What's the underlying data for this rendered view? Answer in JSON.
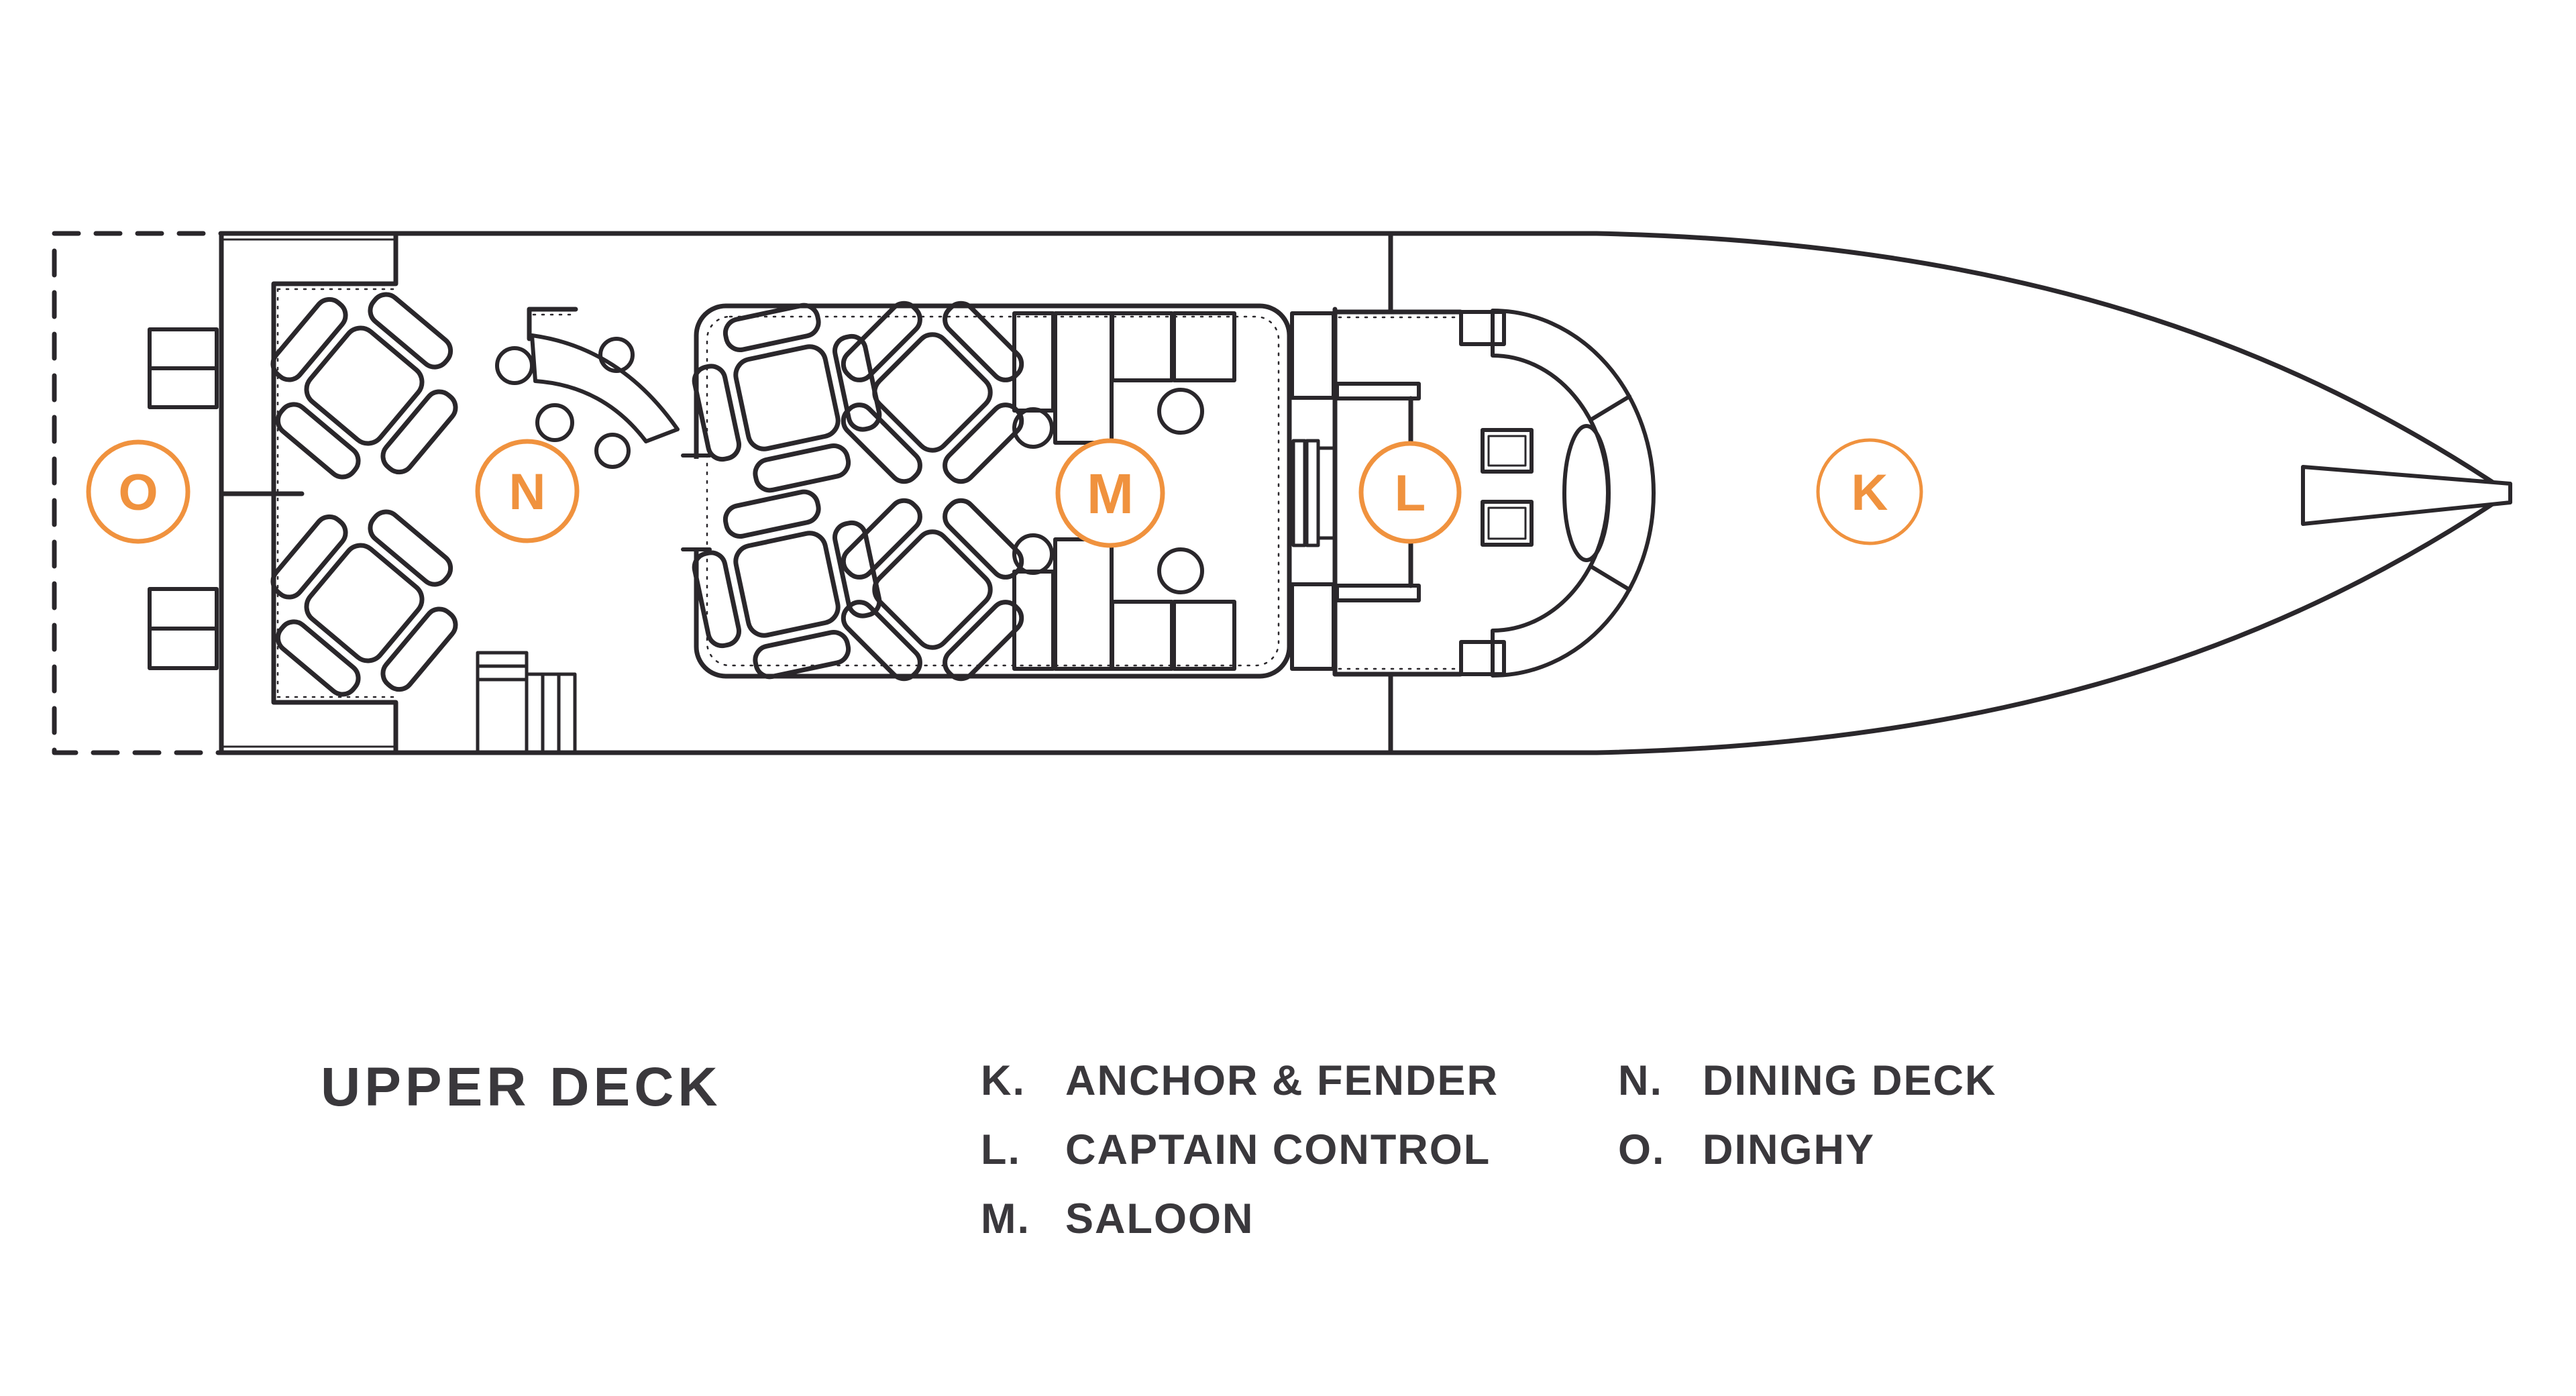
{
  "title": "UPPER DECK",
  "colors": {
    "accent_orange": "#F0923E",
    "line_ink": "#2A272B",
    "text_dark": "#3A383C",
    "background": "#FFFFFF"
  },
  "plan": {
    "deck_name": "UPPER DECK",
    "markers": {
      "k": "K",
      "l": "L",
      "m": "M",
      "n": "N",
      "o": "O"
    }
  },
  "legend": {
    "col1": [
      {
        "letter": "K.",
        "label": "ANCHOR & FENDER"
      },
      {
        "letter": "L.",
        "label": "CAPTAIN CONTROL"
      },
      {
        "letter": "M.",
        "label": "SALOON"
      }
    ],
    "col2": [
      {
        "letter": "N.",
        "label": "DINING DECK"
      },
      {
        "letter": "O.",
        "label": "DINGHY"
      }
    ]
  }
}
